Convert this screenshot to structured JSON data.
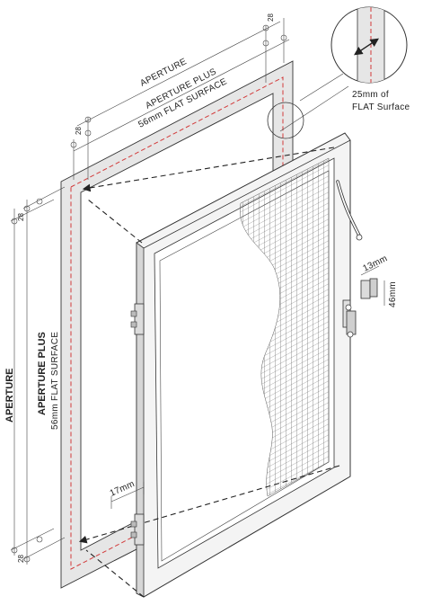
{
  "labels": {
    "aperture_top": "APERTURE",
    "aperture_plus_top_line1": "APERTURE PLUS",
    "aperture_plus_top_line2": "56mm FLAT SURFACE",
    "aperture_left": "APERTURE",
    "aperture_plus_left_line1": "APERTURE PLUS",
    "aperture_plus_left_line2": "56mm FLAT SURFACE",
    "dim_28_top_right": "28",
    "dim_28_top_left": "28",
    "dim_28_left_top": "28",
    "dim_28_left_bottom": "28",
    "dim_17mm": "17mm",
    "dim_13mm": "13mm",
    "dim_46mm": "46mm",
    "callout_line1": "25mm of",
    "callout_line2": "FLAT Surface"
  },
  "colors": {
    "frame_fill": "#e6e6e6",
    "line": "#333333",
    "red_dash": "#d23a3a",
    "mesh": "#555555",
    "background": "#ffffff"
  }
}
